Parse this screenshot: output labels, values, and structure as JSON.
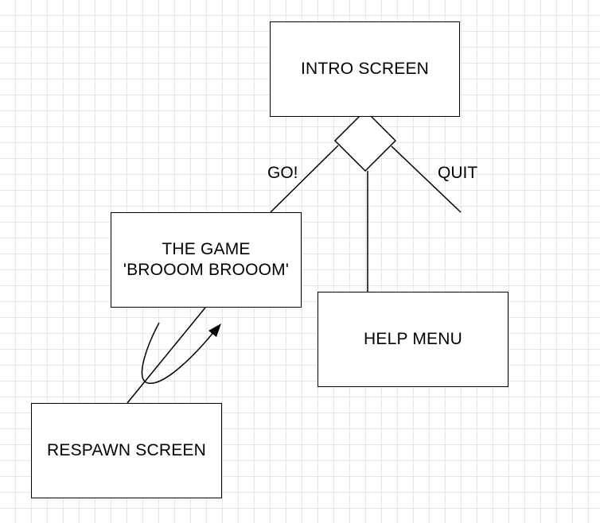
{
  "nodes": {
    "intro": "INTRO SCREEN",
    "game": "THE GAME\n'BROOOM BROOOM'",
    "help": "HELP MENU",
    "respawn": "RESPAWN SCREEN"
  },
  "edge_labels": {
    "go": "GO!",
    "quit": "QUIT"
  }
}
